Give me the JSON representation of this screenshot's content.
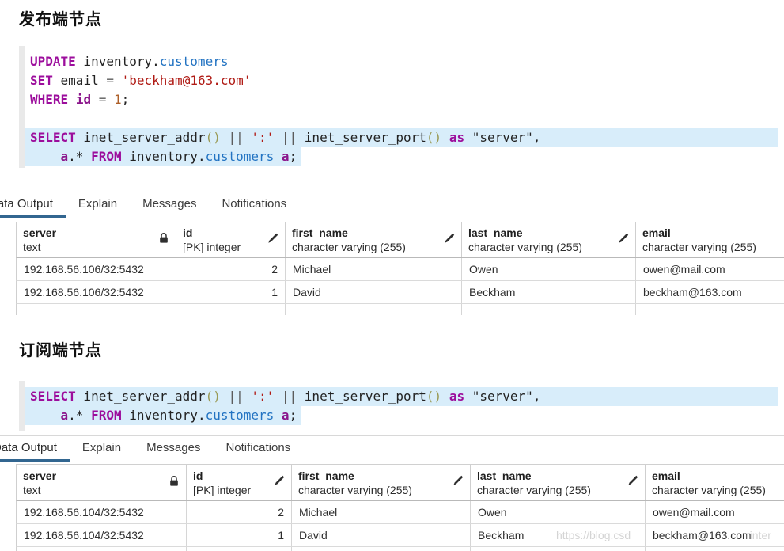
{
  "colors": {
    "selection_bg": "#d8edfa",
    "tab_underline": "#326690",
    "keyword": "#9c0d9c",
    "string": "#b01b15",
    "number": "#ad5f28",
    "identifier_blue": "#2273c2",
    "watermark": "#d4d4d4"
  },
  "sections": [
    {
      "title": "发布端节点",
      "code": {
        "lines": [
          {
            "sel": "none",
            "tokens": [
              [
                "kw",
                "UPDATE"
              ],
              [
                "pl",
                " inventory."
              ],
              [
                "v2",
                "customers"
              ]
            ]
          },
          {
            "sel": "none",
            "tokens": [
              [
                "kw",
                "SET"
              ],
              [
                "pl",
                " email "
              ],
              [
                "op",
                "="
              ],
              [
                "pl",
                " "
              ],
              [
                "str",
                "'beckham@163.com'"
              ]
            ]
          },
          {
            "sel": "none",
            "tokens": [
              [
                "kw",
                "WHERE"
              ],
              [
                "pl",
                " "
              ],
              [
                "al",
                "id"
              ],
              [
                "pl",
                " "
              ],
              [
                "op",
                "="
              ],
              [
                "pl",
                " "
              ],
              [
                "num",
                "1"
              ],
              [
                "pl",
                ";"
              ]
            ]
          },
          {
            "sel": "none",
            "tokens": []
          },
          {
            "sel": "full",
            "tokens": [
              [
                "kw",
                "SELECT"
              ],
              [
                "pl",
                " inet_server_addr"
              ],
              [
                "br",
                "()"
              ],
              [
                "op",
                " || "
              ],
              [
                "str",
                "':'"
              ],
              [
                "op",
                " || "
              ],
              [
                "pl",
                "inet_server_port"
              ],
              [
                "br",
                "()"
              ],
              [
                "kw",
                " as "
              ],
              [
                "pl",
                "\"server\","
              ]
            ]
          },
          {
            "sel": "text",
            "tokens": [
              [
                "pl",
                "    "
              ],
              [
                "al",
                "a"
              ],
              [
                "pl",
                ".* "
              ],
              [
                "kw",
                "FROM"
              ],
              [
                "pl",
                " inventory."
              ],
              [
                "v2",
                "customers"
              ],
              [
                "pl",
                " "
              ],
              [
                "al",
                "a"
              ],
              [
                "pl",
                ";"
              ]
            ]
          }
        ]
      },
      "tabs": [
        "Data Output",
        "Explain",
        "Messages",
        "Notifications"
      ],
      "active_tab": "Data Output",
      "table": {
        "columns": [
          {
            "name": "server",
            "type": "text",
            "icon": "lock",
            "align": "left"
          },
          {
            "name": "id",
            "type": "[PK] integer",
            "icon": "pencil",
            "align": "right"
          },
          {
            "name": "first_name",
            "type": "character varying (255)",
            "icon": "pencil",
            "align": "left"
          },
          {
            "name": "last_name",
            "type": "character varying (255)",
            "icon": "pencil",
            "align": "left"
          },
          {
            "name": "email",
            "type": "character varying (255)",
            "icon": "none",
            "align": "left"
          }
        ],
        "rows": [
          [
            "192.168.56.106/32:5432",
            "2",
            "Michael",
            "Owen",
            "owen@mail.com"
          ],
          [
            "192.168.56.106/32:5432",
            "1",
            "David",
            "Beckham",
            "beckham@163.com"
          ]
        ]
      }
    },
    {
      "title": "订阅端节点",
      "code": {
        "lines": [
          {
            "sel": "full",
            "tokens": [
              [
                "kw",
                "SELECT"
              ],
              [
                "pl",
                " inet_server_addr"
              ],
              [
                "br",
                "()"
              ],
              [
                "op",
                " || "
              ],
              [
                "str",
                "':'"
              ],
              [
                "op",
                " || "
              ],
              [
                "pl",
                "inet_server_port"
              ],
              [
                "br",
                "()"
              ],
              [
                "kw",
                " as "
              ],
              [
                "pl",
                "\"server\","
              ]
            ]
          },
          {
            "sel": "text",
            "tokens": [
              [
                "pl",
                "    "
              ],
              [
                "al",
                "a"
              ],
              [
                "pl",
                ".* "
              ],
              [
                "kw",
                "FROM"
              ],
              [
                "pl",
                " inventory."
              ],
              [
                "v2",
                "customers"
              ],
              [
                "pl",
                " "
              ],
              [
                "al",
                "a"
              ],
              [
                "pl",
                ";"
              ]
            ]
          }
        ]
      },
      "tabs": [
        "Data Output",
        "Explain",
        "Messages",
        "Notifications"
      ],
      "active_tab": "Data Output",
      "table": {
        "columns": [
          {
            "name": "server",
            "type": "text",
            "icon": "lock",
            "align": "left"
          },
          {
            "name": "id",
            "type": "[PK] integer",
            "icon": "pencil",
            "align": "right"
          },
          {
            "name": "first_name",
            "type": "character varying (255)",
            "icon": "pencil",
            "align": "left"
          },
          {
            "name": "last_name",
            "type": "character varying (255)",
            "icon": "pencil",
            "align": "left"
          },
          {
            "name": "email",
            "type": "character varying (255)",
            "icon": "none",
            "align": "left"
          }
        ],
        "rows": [
          [
            "192.168.56.104/32:5432",
            "2",
            "Michael",
            "Owen",
            "owen@mail.com"
          ],
          [
            "192.168.56.104/32:5432",
            "1",
            "David",
            "Beckham",
            "beckham@163.com"
          ]
        ]
      }
    }
  ],
  "watermark": {
    "fragment_left": "https://blog.csd",
    "fragment_right": "rinter"
  }
}
